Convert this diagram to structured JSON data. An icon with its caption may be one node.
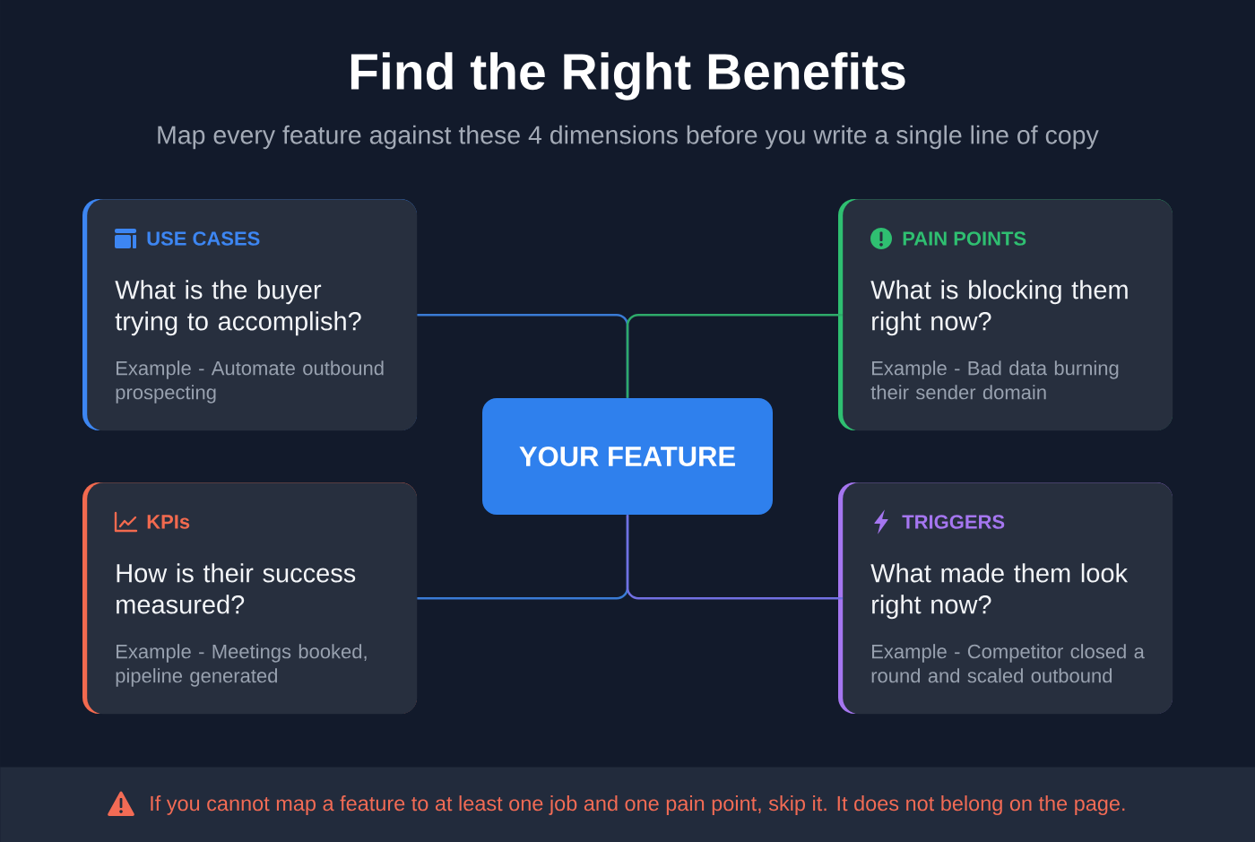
{
  "diagram": {
    "title": "Find the Right Benefits",
    "nodes": [
      {
        "text": [
          "USE CASES",
          "What is the buyer trying to accomplish?",
          "Example - Automate outbound prospecting"
        ]
      },
      {
        "text": [
          "PAIN POINTS",
          "What is blocking them right now?",
          "Example - Bad data burning their sender domain"
        ]
      },
      {
        "text": [
          "YOUR FEATURE"
        ]
      },
      {
        "text": [
          "KPIs",
          "How is their success measured?",
          "Example - Meetings booked, pipeline generated"
        ]
      },
      {
        "text": [
          "TRIGGERS",
          "What made them look right now?",
          "Example - Competitor closed a round and scaled outbound"
        ]
      },
      {
        "text": [
          "If you cannot map a feature to at least one job and one pain point, skip it. It does not belong on the page."
        ]
      }
    ],
    "edges": [
      {
        "from": 2,
        "to": 0,
        "arrow": "none"
      },
      {
        "from": 2,
        "to": 1,
        "arrow": "none",
        "color": "#2eaa6a"
      },
      {
        "from": 2,
        "to": 3,
        "arrow": "none"
      },
      {
        "from": 2,
        "to": 4,
        "arrow": "none",
        "color": "#7270e2"
      }
    ],
    "labels": [
      "Map every feature against these 4 dimensions before you write a single line of copy"
    ]
  }
}
